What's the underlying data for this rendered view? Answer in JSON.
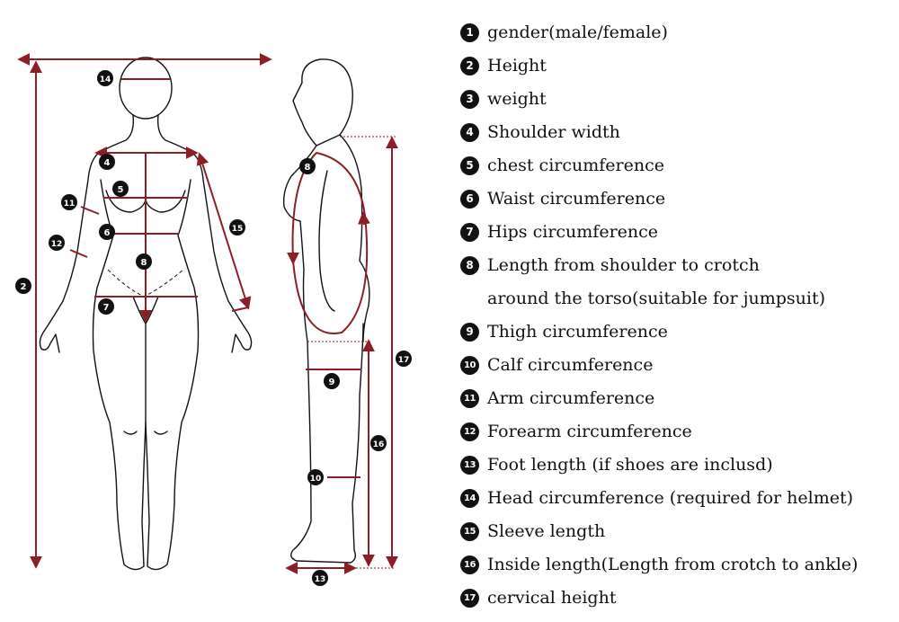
{
  "legend": [
    {
      "num": "1",
      "text": "gender(male/female)"
    },
    {
      "num": "2",
      "text": "Height"
    },
    {
      "num": "3",
      "text": "weight"
    },
    {
      "num": "4",
      "text": "Shoulder width"
    },
    {
      "num": "5",
      "text": "chest circumference"
    },
    {
      "num": "6",
      "text": "Waist circumference"
    },
    {
      "num": "7",
      "text": "Hips circumference"
    },
    {
      "num": "8",
      "text": "Length from shoulder to crotch",
      "text2": "around the torso(suitable for jumpsuit)"
    },
    {
      "num": "9",
      "text": "Thigh circumference"
    },
    {
      "num": "10",
      "text": "Calf circumference"
    },
    {
      "num": "11",
      "text": "Arm circumference"
    },
    {
      "num": "12",
      "text": "Forearm circumference"
    },
    {
      "num": "13",
      "text": "Foot length (if shoes are inclusd)"
    },
    {
      "num": "14",
      "text": "Head circumference (required for helmet)"
    },
    {
      "num": "15",
      "text": "Sleeve length"
    },
    {
      "num": "16",
      "text": "Inside length(Length from crotch to ankle)"
    },
    {
      "num": "17",
      "text": "cervical height"
    }
  ],
  "markers": {
    "m2": "2",
    "m4": "4",
    "m5": "5",
    "m6": "6",
    "m7": "7",
    "m8": "8",
    "m11": "11",
    "m12": "12",
    "m14": "14",
    "m15": "15",
    "s8": "8",
    "s9": "9",
    "s10": "10",
    "s13": "13",
    "s16": "16",
    "s17": "17"
  },
  "colors": {
    "measure": "#8b1f24",
    "outline": "#111111"
  }
}
